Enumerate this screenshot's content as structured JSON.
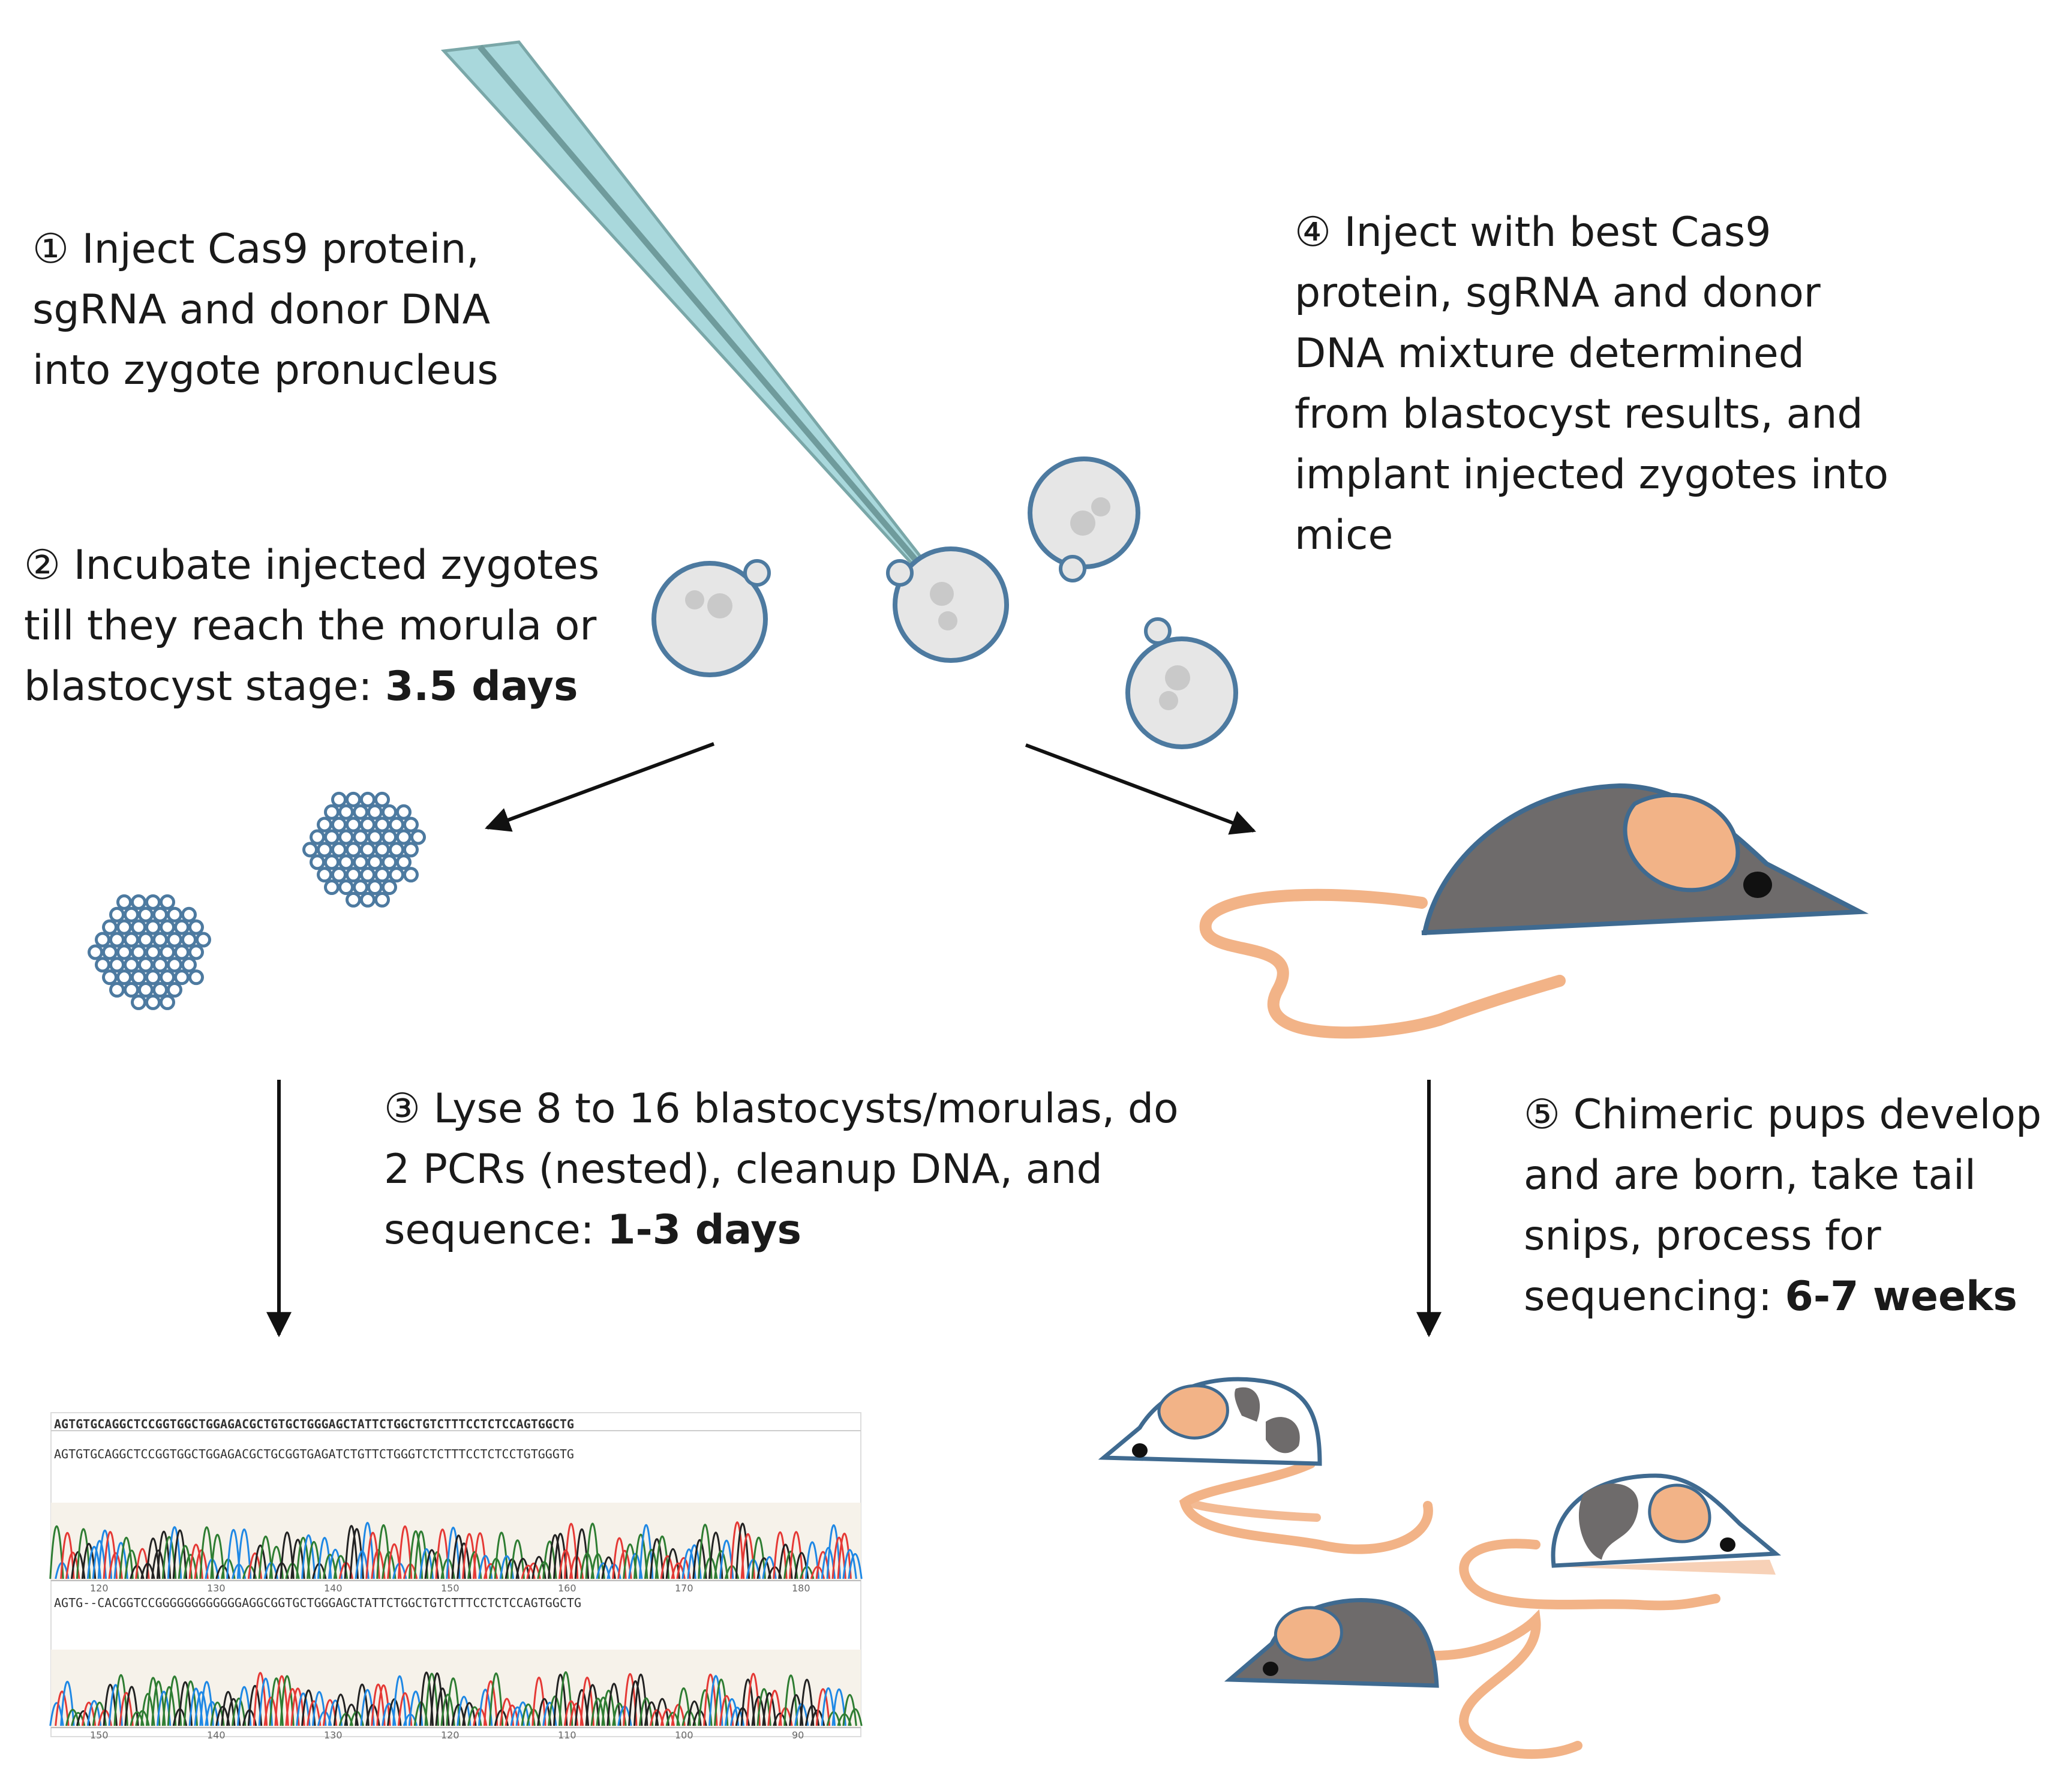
{
  "steps": {
    "s1": {
      "num": "①",
      "text": "Inject Cas9 protein, sgRNA and donor DNA into zygote pronucleus"
    },
    "s2": {
      "num": "②",
      "text": "Incubate injected zygotes till they reach the morula or blastocyst stage: ",
      "bold": "3.5 days"
    },
    "s3": {
      "num": "③",
      "text": "Lyse 8 to 16 blastocysts/morulas, do 2 PCRs (nested), cleanup DNA, and sequence: ",
      "bold": "1-3 days"
    },
    "s4": {
      "num": "④",
      "text": "Inject with best Cas9 protein, sgRNA and donor DNA mixture determined from blastocyst results, and implant injected zygotes into mice"
    },
    "s5": {
      "num": "⑤",
      "text": "Chimeric pups develop and are born, take tail snips, process for sequencing: ",
      "bold": "6-7 weeks"
    }
  },
  "sequencing": {
    "reference": "AGTGTGCAGGCTCCGGTGGCTGGAGACGCTGTGCTGGGAGCTATTCTGGCTGTCTTTCCTCTCCAGTGGCTG",
    "read1": "AGTGTGCAGGCTCCGGTGGCTGGAGACGCTGCGGTGAGATCTGTTCTGGGTCTCTTTCCTCTCCTGTGGGTG",
    "read2": "AGTG--CACGGTCCGGGGGGGGGGGGAGGCGGTGCTGGGAGCTATTCTGGCTGTCTTTCCTCTCCAGTGGCTG",
    "ticks1": [
      "120",
      "130",
      "140",
      "150",
      "160",
      "170",
      "180"
    ],
    "ticks2": [
      "150",
      "140",
      "130",
      "120",
      "110",
      "100",
      "90"
    ]
  },
  "colors": {
    "pipette": "#a9d8dc",
    "cell_fill": "#e6e6e6",
    "cell_stroke": "#4d7aa0",
    "mouse_body": "#6e6b6b",
    "mouse_ear": "#f2b387",
    "tail": "#f2b387",
    "arrow": "#111111"
  },
  "icons": [
    "micropipette-icon",
    "zygote-icon",
    "morula-icon",
    "adult-mouse-icon",
    "chimeric-pup-icon",
    "chromatogram-icon"
  ]
}
